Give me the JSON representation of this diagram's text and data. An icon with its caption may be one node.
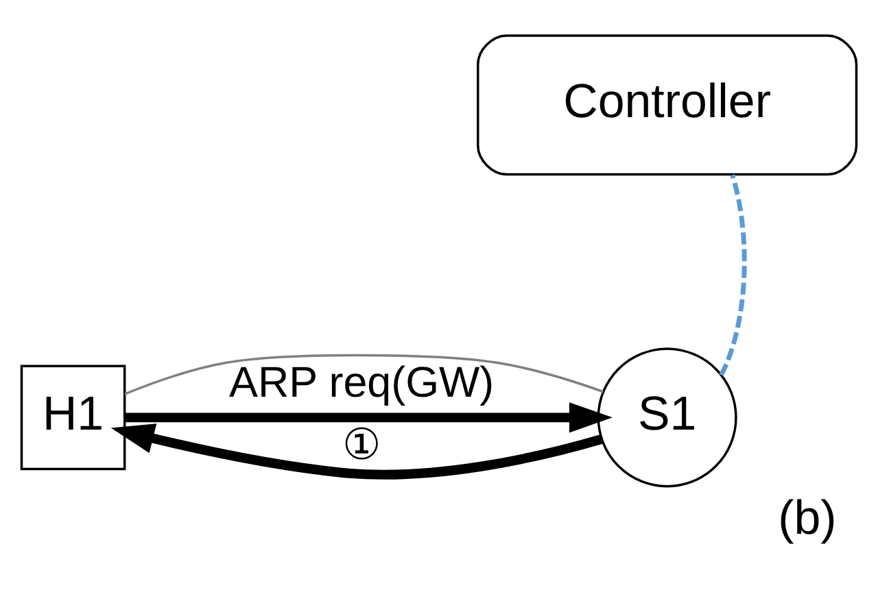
{
  "diagram": {
    "caption": "(b)",
    "nodes": [
      {
        "text": [
          "Controller"
        ]
      },
      {
        "text": [
          "H1"
        ]
      },
      {
        "text": [
          "S1"
        ]
      }
    ],
    "edges": [
      {
        "from": 2,
        "to": 0,
        "arrow": "none",
        "style": "dashed",
        "color": "#5b9bd5"
      },
      {
        "from": 1,
        "to": 2,
        "arrow": "none",
        "color": "#808080"
      },
      {
        "from": 1,
        "to": 2,
        "arrow": "to",
        "label": "ARP req(GW)",
        "style": "thick"
      },
      {
        "from": 2,
        "to": 1,
        "arrow": "to",
        "label": "①",
        "style": "thick"
      }
    ]
  }
}
